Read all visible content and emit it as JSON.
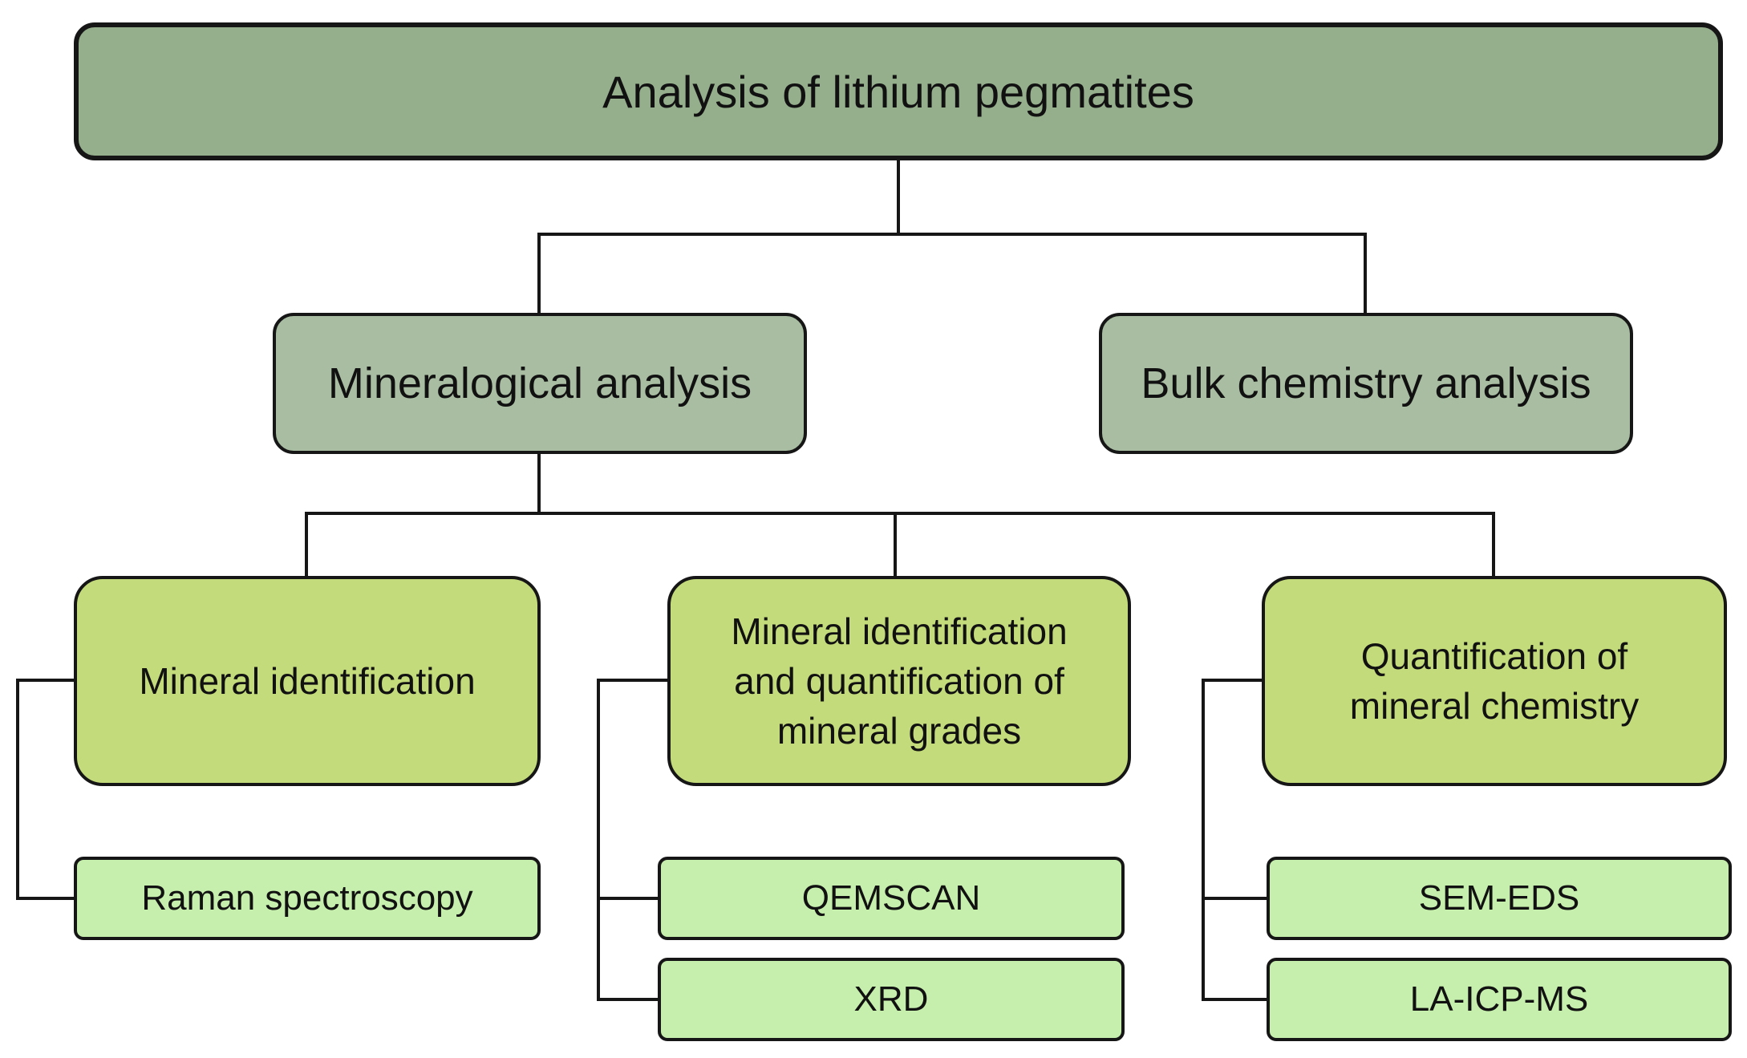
{
  "root": {
    "label": "Analysis of lithium pegmatites"
  },
  "analyses": [
    {
      "label": "Mineralogical analysis"
    },
    {
      "label": "Bulk chemistry analysis"
    }
  ],
  "purposes": [
    {
      "label": "Mineral identification"
    },
    {
      "label": "Mineral identification\nand quantification of\nmineral grades"
    },
    {
      "label": "Quantification of\nmineral chemistry"
    }
  ],
  "methods": [
    {
      "label": "Raman spectroscopy"
    },
    {
      "label": "QEMSCAN"
    },
    {
      "label": "XRD"
    },
    {
      "label": "SEM-EDS"
    },
    {
      "label": "LA-ICP-MS"
    }
  ],
  "colors": {
    "root_fill": "#95ae8c",
    "analysis_fill": "#a8bda1",
    "purpose_fill": "#c4db7b",
    "method_fill": "#c6eeac",
    "line": "#161616"
  }
}
